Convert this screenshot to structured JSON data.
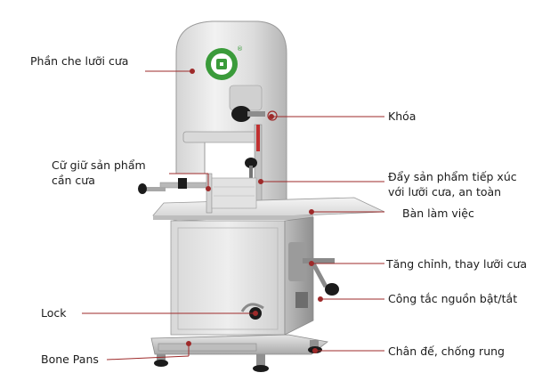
{
  "labels": {
    "blade_cover": "Phần che lưỡi cưa",
    "lock_knob": "Khóa",
    "holder_line1": "Cữ giữ sản phẩm",
    "holder_line2": "cần cưa",
    "pusher_line1": "Đẩy sản phẩm tiếp xúc",
    "pusher_line2": "với lưỡi cưa, an toàn",
    "work_table": "Bàn làm việc",
    "tension": "Tăng chỉnh, thay lưỡi cưa",
    "power_switch": "Công tắc nguồn bật/tắt",
    "lock_door": "Lock",
    "bone_pans": "Bone Pans",
    "feet": "Chân đế, chống rung"
  },
  "colors": {
    "leader_line": "#9e2a2a",
    "logo_green": "#3a9b3a",
    "steel_light": "#e8e8e8",
    "steel_mid": "#c9c9c9",
    "steel_dark": "#8d8d8d",
    "knob_black": "#1b1b1b",
    "red_strip": "#c03030"
  },
  "icons": {
    "brand_logo": "green-ring-logo-icon",
    "registered": "registered-mark-icon"
  }
}
